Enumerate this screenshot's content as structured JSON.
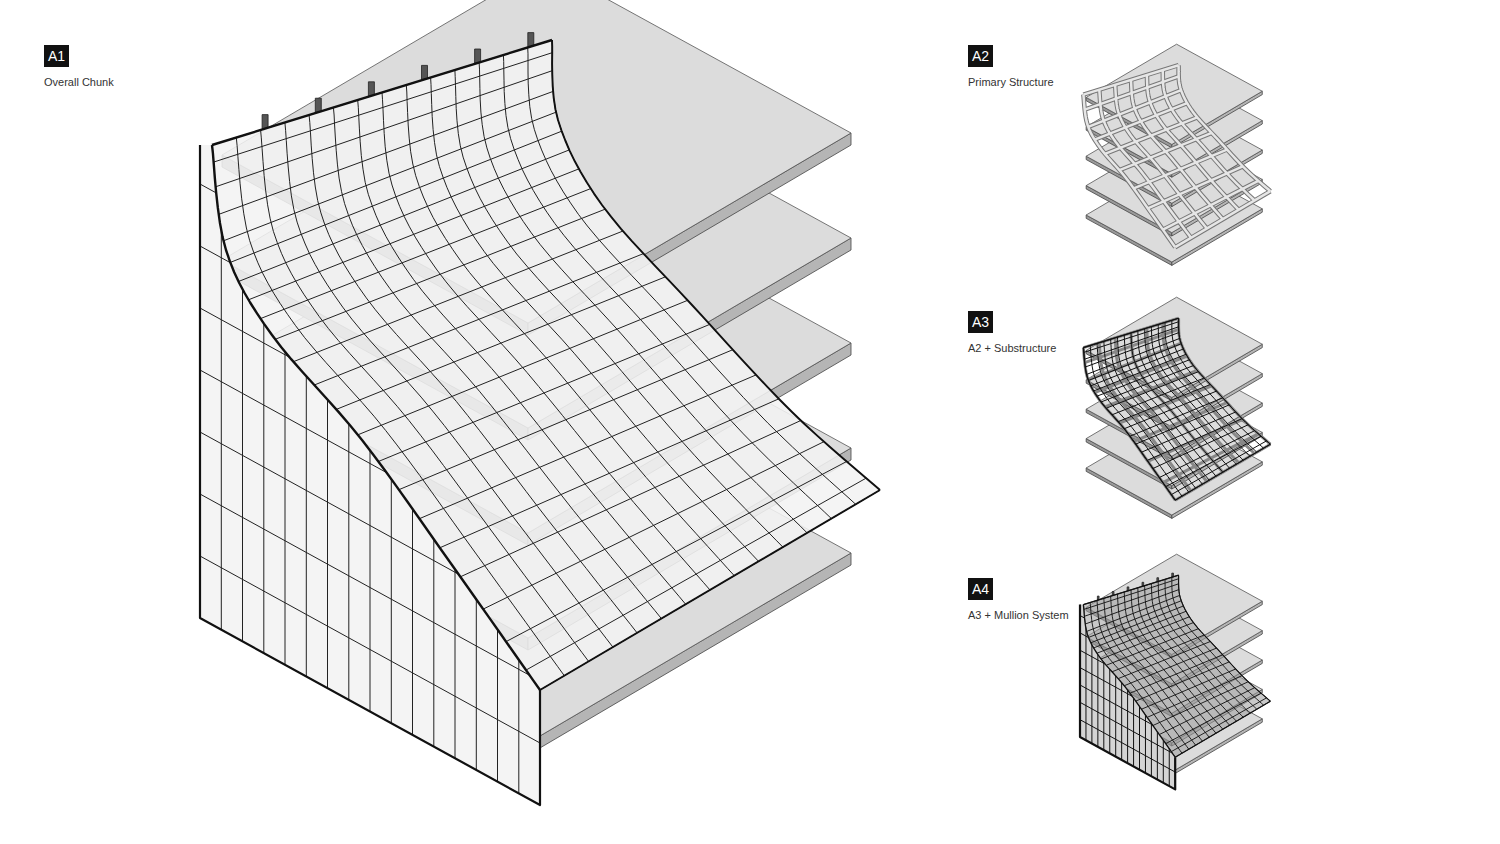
{
  "diagram": {
    "nodes": [
      {
        "text": [
          "A1",
          "Overall Chunk"
        ]
      },
      {
        "text": [
          "A2",
          "Primary Structure"
        ]
      },
      {
        "text": [
          "A3",
          "A2 + Substructure"
        ]
      },
      {
        "text": [
          "A4",
          "A3 + Mullion System"
        ]
      }
    ]
  }
}
